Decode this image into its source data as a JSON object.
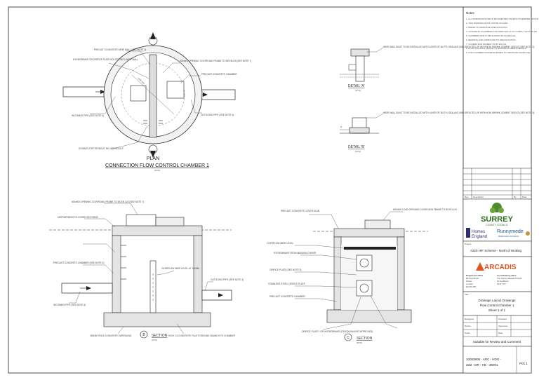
{
  "drawing": {
    "plan_view": {
      "label_plan": "PLAN",
      "title": "CONNECTION FLOW CONTROL CHAMBER 1",
      "scale": "(NTS)",
      "callouts": [
        "PRECAST CONCRETE WEIR WALL (SEE NOTE 3)",
        "HYDROBRAKE OR ORIFICE PLATE BOLTED INTO WEIR WALL",
        "600x600 OPENING COVER AND FRAME TO BS EN124 (SEE NOTE 7)",
        "PRECAST CONCRETE CHAMBER",
        "INCOMING PIPE (SEE NOTE 4)",
        "OUTGOING PIPE (SEE NOTE 4)",
        "DOUBLE STEP IRONS AT 300 VERTICALLY"
      ]
    },
    "detail_a": {
      "title": "DETAIL 'A'",
      "scale": "(NTS)",
      "callout": "WEIR WALL BUILT TO BE INSTALLED WITH LAYER OF BUTYL SEALANT AND GROUTED UP WITH NON SHRINK CEMENT GROUT (SEE NOTE 3)"
    },
    "detail_b": {
      "title": "DETAIL 'B'",
      "scale": "(NTS)",
      "callout": "WEIR WALL BUILT TO BE INSTALLED WITH LAYER OF BUTYL SEALANT AND GROUTED UP WITH NON SHRINK CEMENT GROUT (SEE NOTE 3)"
    },
    "section_b": {
      "mark": "B",
      "title": "SECTION",
      "scale": "(NTS)",
      "callouts": [
        "600x600 OPENING COVER AND FRAME TO BS EN 124 (SEE NOTE 7)",
        "MORTAR BEDS TO COVER SECTIONS",
        "PRECAST CONCRETE CHAMBER (SEE NOTE 3)",
        "INCOMING PIPE (SEE NOTE 4)",
        "OUTGOING PIPE (SEE NOTE 4)",
        "OVERFLOW WEIR LEVEL AT 100MM",
        "150MM THICK CONCRETE SURROUND",
        "HIGH 1:3 CONCRETE FILLET GROUND HAUNCH TO CHAMBER"
      ]
    },
    "section_c": {
      "mark": "C",
      "title": "SECTION",
      "scale": "(NTS)",
      "callouts": [
        "PRECAST CONCRETE COVER SLAB",
        "600x600 LOAD OPENING COVER AND FRAME TO BS EN 124",
        "OVERFLOW WEIR LEVEL",
        "HYDROBRAKE FROM MANUFACTURER",
        "ORIFICE PLATE (SEE NOTE 3)",
        "STAINLESS STEEL ORIFICE PLATE",
        "PRECAST CONCRETE CHAMBER",
        "ORIFICE PLATE / OR HYDROBRAKE (OR EQUIVALENT APPROVED)"
      ]
    }
  },
  "notes": {
    "heading": "Notes",
    "items": [
      "1. ALL DIMENSIONS ARE IN MILLIMETRES UNLESS OTHERWISE NOTED.",
      "2. THIS DRAWING MUST NOT BE SCALED.",
      "3. REFER TO DRAINAGE SPECIFICATION.",
      "4. CONCRETE CHAMBERS AND WEIR WALLS TO COMPLY WITH BS EN.",
      "5. CHAMBER SIZE TO BE SHOWN ON SCHEDULE.",
      "6. BEDDING AND SURROUND TO SPECIFICATION.",
      "7. COVERS AND FRAMES TO BS EN 124.",
      "8. FLOW CONTROL DEVICE TO MANUFACTURER'S DETAILS.",
      "9. FOR CHAMBER DIAMETER REFER TO DRAINAGE SCHEDULE."
    ]
  },
  "revisions": {
    "rows": [
      {
        "rev": "",
        "description": "",
        "by": "",
        "date": ""
      },
      {
        "rev": "",
        "description": "",
        "by": "",
        "date": ""
      },
      {
        "rev": "",
        "description": "",
        "by": "",
        "date": ""
      },
      {
        "rev": "",
        "description": "",
        "by": "",
        "date": ""
      },
      {
        "rev": "",
        "description": "",
        "by": "",
        "date": ""
      }
    ],
    "header": {
      "rev": "Rev",
      "description": "Description",
      "by": "By",
      "date": "Date"
    }
  },
  "title_block": {
    "client_logo_main": "SURREY",
    "client_logo_sub": "COUNTY COUNCIL",
    "partner_1": "Homes",
    "partner_1b": "England",
    "partner_2": "Runnymede",
    "partner_2b": "BOROUGH COUNCIL",
    "project_label": "Project",
    "project": "A320 HIF Scheme - North of Woking",
    "consultant": "ARCADIS",
    "office_1_heading": "Registered office",
    "office_1_lines": [
      "80 Fenchurch",
      "Street",
      "London",
      "EC3M 4BY"
    ],
    "office_2_heading": "Coordinating office",
    "office_2_lines": [
      "The Surrey Research Park",
      "10 Guildford",
      "GU2 7YP"
    ],
    "title_label": "Title",
    "sheet_title_1": "Drainage Layout Drawings",
    "sheet_title_2": "Flow Control Chamber 1",
    "sheet_title_3": "Sheet 1 of 1",
    "meta_rows": [
      {
        "k": "Designed",
        "v": "",
        "k2": "Checked",
        "v2": ""
      },
      {
        "k": "Drawn",
        "v": "",
        "k2": "Approved",
        "v2": ""
      },
      {
        "k": "Scale",
        "v": "",
        "k2": "Date",
        "v2": ""
      }
    ],
    "status": "Suitable for Review and Comment",
    "drawing_number_1": "10053808 - ARC - HDG -",
    "drawing_number_2": "ZZZ - DR - HE - 30001",
    "revision": "P01.1"
  },
  "footer": {
    "left_text": "",
    "right_text": ""
  }
}
